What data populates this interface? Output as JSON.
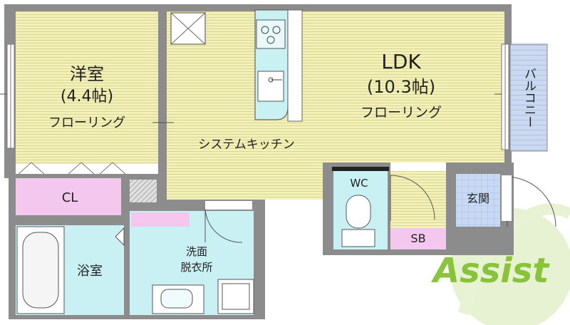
{
  "rooms": {
    "western": {
      "name": "洋室",
      "size": "(4.4帖)",
      "floor": "フローリング"
    },
    "ldk": {
      "name": "LDK",
      "size": "(10.3帖)",
      "floor": "フローリング"
    },
    "kitchen": "システムキッチン",
    "closet": "CL",
    "bath": "浴室",
    "washroom_line1": "洗面",
    "washroom_line2": "脱衣所",
    "toilet": "WC",
    "shoe_box": "SB",
    "entrance": "玄関",
    "balcony": "バルコニー"
  },
  "logo": {
    "text": "Assist"
  },
  "colors": {
    "wall": "#8c8c8c",
    "floor": "#f3f1b7",
    "floor_line": "#d8d594",
    "wet_area": "#c9f1f4",
    "closet": "#f4c8ee",
    "entrance": "#c7d9f3",
    "balcony": "#cad9ef",
    "logo_green": "#7fbf2a"
  }
}
